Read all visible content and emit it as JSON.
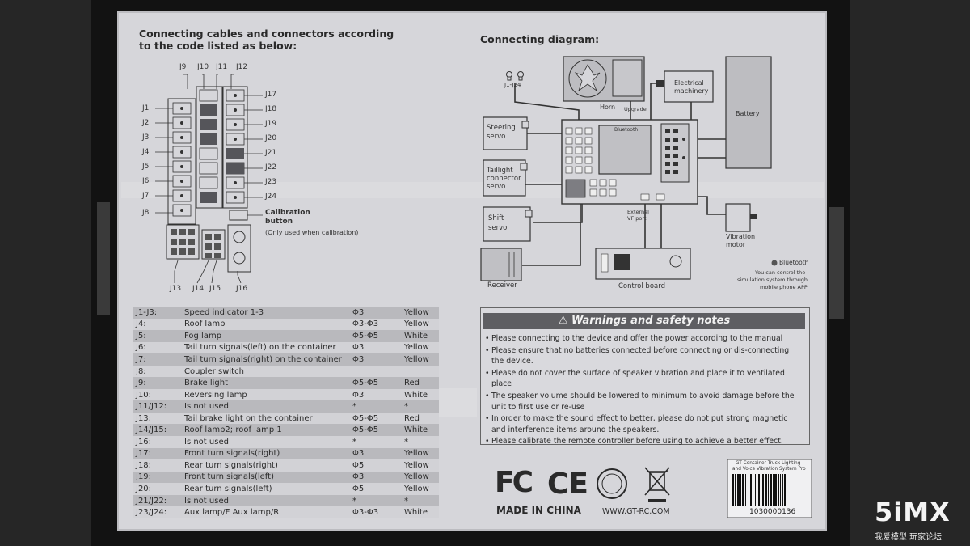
{
  "left_section": {
    "title_line1": "Connecting cables and connectors according",
    "title_line2": "to the code listed as below:",
    "jack_labels_left": [
      "J1",
      "J2",
      "J3",
      "J4",
      "J5",
      "J6",
      "J7",
      "J8"
    ],
    "jack_labels_right": [
      "J17",
      "J18",
      "J19",
      "J20",
      "J21",
      "J22",
      "J23",
      "J24"
    ],
    "jack_labels_top": [
      "J9",
      "J10",
      "J11",
      "J12"
    ],
    "jack_labels_bottom": [
      "J13",
      "J14",
      "J15",
      "J16"
    ],
    "calibration_button": "Calibration",
    "calibration_button_2": "button",
    "calibration_note": "(Only used when calibration)"
  },
  "code_table": [
    {
      "code": "J1-J3:",
      "desc": "Speed indicator 1-3",
      "size": "Φ3",
      "color": "Yellow"
    },
    {
      "code": "J4:",
      "desc": "Roof  lamp",
      "size": "Φ3-Φ3",
      "color": "Yellow"
    },
    {
      "code": "J5:",
      "desc": "Fog lamp",
      "size": "Φ5-Φ5",
      "color": "White"
    },
    {
      "code": "J6:",
      "desc": "Tail turn signals(left) on the container",
      "size": "Φ3",
      "color": "Yellow"
    },
    {
      "code": "J7:",
      "desc": "Tail turn signals(right) on the container",
      "size": "Φ3",
      "color": "Yellow"
    },
    {
      "code": "J8:",
      "desc": "Coupler switch",
      "size": "",
      "color": ""
    },
    {
      "code": "J9:",
      "desc": "Brake light",
      "size": "Φ5-Φ5",
      "color": "Red"
    },
    {
      "code": "J10:",
      "desc": "Reversing lamp",
      "size": "Φ3",
      "color": "White"
    },
    {
      "code": "J11/J12:",
      "desc": "Is not used",
      "size": "*",
      "color": "*"
    },
    {
      "code": "J13:",
      "desc": "Tail brake light on the container",
      "size": "Φ5-Φ5",
      "color": "Red"
    },
    {
      "code": "J14/J15:",
      "desc": "Roof lamp2; roof lamp 1",
      "size": "Φ5-Φ5",
      "color": "White"
    },
    {
      "code": "J16:",
      "desc": "Is not used",
      "size": "*",
      "color": "*"
    },
    {
      "code": "J17:",
      "desc": "Front turn signals(right)",
      "size": "Φ3",
      "color": "Yellow"
    },
    {
      "code": "J18:",
      "desc": "Rear turn signals(right)",
      "size": "Φ5",
      "color": "Yellow"
    },
    {
      "code": "J19:",
      "desc": "Front turn signals(left)",
      "size": "Φ3",
      "color": "Yellow"
    },
    {
      "code": "J20:",
      "desc": "Rear turn signals(left)",
      "size": "Φ5",
      "color": "Yellow"
    },
    {
      "code": "J21/J22:",
      "desc": "Is not used",
      "size": "*",
      "color": "*"
    },
    {
      "code": "J23/J24:",
      "desc": "Aux lamp/F  Aux lamp/R",
      "size": "Φ3-Φ3",
      "color": "White"
    }
  ],
  "right_section": {
    "title": "Connecting diagram:",
    "j1_j24": "J1-J24",
    "horn": "Horn",
    "upgrade": "Upgrade",
    "electrical_machinery_1": "Electrical",
    "electrical_machinery_2": "machinery",
    "battery": "Battery",
    "steering_servo_1": "Steering",
    "steering_servo_2": "servo",
    "taillight_1": "Taillight",
    "taillight_2": "connector",
    "taillight_3": "servo",
    "shift_servo_1": "Shift",
    "shift_servo_2": "servo",
    "receiver": "Receiver",
    "external_vf_1": "External",
    "external_vf_2": "VF port",
    "vibration_motor_1": "Vibration",
    "vibration_motor_2": "motor",
    "control_board": "Control board",
    "board_bluetooth": "Bluetooth",
    "bluetooth": "Bluetooth",
    "bluetooth_note_1": "You can control the",
    "bluetooth_note_2": "simulation system through",
    "bluetooth_note_3": "mobile phone APP"
  },
  "warnings": {
    "title": "Warnings and safety notes",
    "items": [
      "Please connecting to the device and offer the power according to the manual",
      "Please ensure that no batteries connected before connecting or dis-connecting the device.",
      "Please do not cover the surface of speaker vibration and place it to ventilated place",
      "The speaker volume should be lowered to minimum to avoid damage before the unit to first use or re-use",
      "In order to make the sound effect to better, please do not put strong magnetic and interference items around the speakers.",
      "Please calibrate the remote controller before using to achieve a better effect."
    ]
  },
  "footer": {
    "fcc": "FC",
    "ce": "CE",
    "made_in": "MADE IN CHINA",
    "website": "WWW.GT-RC.COM",
    "product_1": "GT Container Truck Lighting",
    "product_2": "and Voice Vibration System Pro",
    "barcode_number": "1030000136"
  },
  "watermark": {
    "brand": "5iMX",
    "sub": "我爱模型 玩家论坛"
  },
  "colors": {
    "label_bg": "#d6d6da",
    "table_dark": "#b9b9bd",
    "table_light": "#d2d2d6",
    "warn_header": "#5e5e62",
    "box_black": "#1b1b1b"
  }
}
